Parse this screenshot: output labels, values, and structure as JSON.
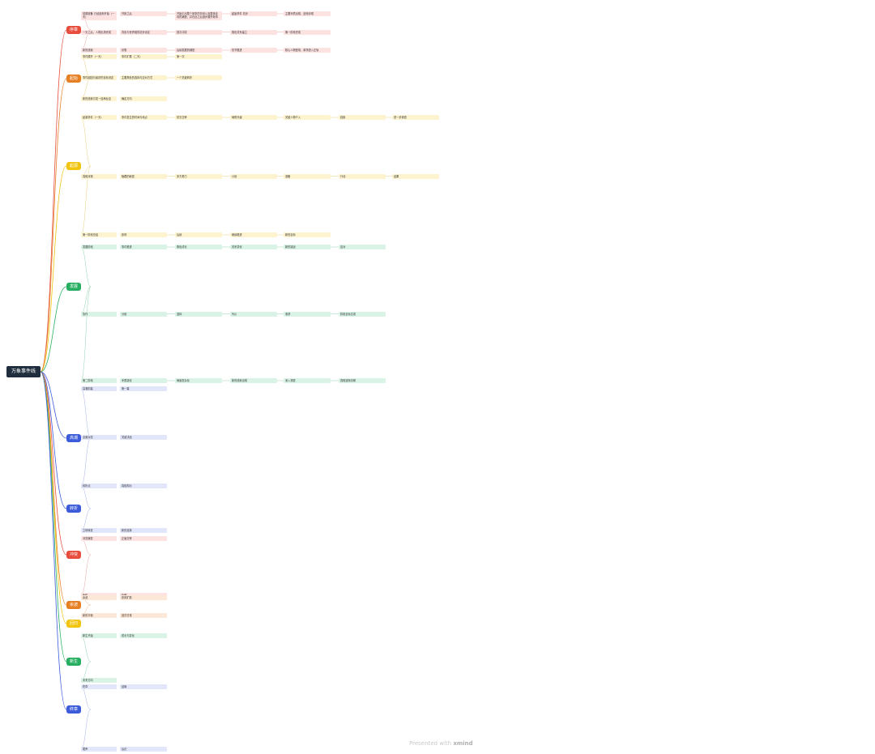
{
  "root": {
    "label": "万象事件线"
  },
  "branches": [
    {
      "label": "序章",
      "color": "#e74c3c"
    },
    {
      "label": "起始",
      "color": "#e67e22"
    },
    {
      "label": "起源",
      "color": "#f1c40f"
    },
    {
      "label": "发展",
      "color": "#27ae60"
    },
    {
      "label": "高潮",
      "color": "#3b5bdb"
    },
    {
      "label": "转折",
      "color": "#3b5bdb"
    },
    {
      "label": "冲突",
      "color": "#e74c3c"
    },
    {
      "label": "余波",
      "color": "#e67e22"
    },
    {
      "label": "回归",
      "color": "#f1c40f"
    },
    {
      "label": "新生",
      "color": "#27ae60"
    },
    {
      "label": "终章",
      "color": "#3b5bdb"
    }
  ],
  "nodes": [
    {
      "t": "前期准备 已经逐渐开始（一天）",
      "c": "red"
    },
    {
      "t": "开篇之后",
      "c": "red"
    },
    {
      "t": "开始引出整个故事的背景以及整体走向的铺垫，并在此之后逐步展开故事",
      "c": "red"
    },
    {
      "t": "起始事件 初步",
      "c": "red"
    },
    {
      "t": "主要矛盾出现，逐渐浮现",
      "c": "red"
    },
    {
      "t": "一天之后，人物出场完成",
      "c": "red"
    },
    {
      "t": "背景与世界观的初步设定",
      "c": "red"
    },
    {
      "t": "首次冲突",
      "c": "red"
    },
    {
      "t": "角色关系建立",
      "c": "red"
    },
    {
      "t": "第一阶段完成",
      "c": "red"
    },
    {
      "t": "新的线索",
      "c": "red"
    },
    {
      "t": "伏笔",
      "c": "red"
    },
    {
      "t": "后续发展的铺垫",
      "c": "red"
    },
    {
      "t": "情节推进",
      "c": "red"
    },
    {
      "t": "核心人物登场，故事进入正轨",
      "c": "red"
    },
    {
      "t": "事件展开（一天）",
      "c": "yellow"
    },
    {
      "t": "事件扩展（二天）",
      "c": "yellow"
    },
    {
      "t": "第一次",
      "c": "yellow"
    },
    {
      "t": "事件起因与最初的目标设定",
      "c": "yellow"
    },
    {
      "t": "主要角色的选择与应对方式",
      "c": "yellow"
    },
    {
      "t": "一个关键转折",
      "c": "yellow"
    },
    {
      "t": "新的线索引发一连串反应",
      "c": "yellow"
    },
    {
      "t": "确定方向",
      "c": "yellow"
    },
    {
      "t": "起源事件（一天）",
      "c": "yellow"
    },
    {
      "t": "事件发生的时间与地点",
      "c": "yellow"
    },
    {
      "t": "初次交锋",
      "c": "yellow"
    },
    {
      "t": "局势升级",
      "c": "yellow"
    },
    {
      "t": "关键人物介入",
      "c": "yellow"
    },
    {
      "t": "线索",
      "c": "yellow"
    },
    {
      "t": "进一步调查",
      "c": "yellow"
    },
    {
      "t": "真相浮现",
      "c": "yellow"
    },
    {
      "t": "隐藏的秘密",
      "c": "yellow"
    },
    {
      "t": "多方势力",
      "c": "yellow"
    },
    {
      "t": "计划",
      "c": "yellow"
    },
    {
      "t": "准备",
      "c": "yellow"
    },
    {
      "t": "行动",
      "c": "yellow"
    },
    {
      "t": "结果",
      "c": "yellow"
    },
    {
      "t": "第一阶段总结",
      "c": "yellow"
    },
    {
      "t": "影响",
      "c": "yellow"
    },
    {
      "t": "后续",
      "c": "yellow"
    },
    {
      "t": "继续推进",
      "c": "yellow"
    },
    {
      "t": "新的目标",
      "c": "yellow"
    },
    {
      "t": "发展阶段",
      "c": "green"
    },
    {
      "t": "事件推进",
      "c": "green"
    },
    {
      "t": "角色成长",
      "c": "green"
    },
    {
      "t": "关系变化",
      "c": "green"
    },
    {
      "t": "新的挑战",
      "c": "green"
    },
    {
      "t": "应对",
      "c": "green"
    },
    {
      "t": "协作",
      "c": "green"
    },
    {
      "t": "分歧",
      "c": "green"
    },
    {
      "t": "选择",
      "c": "green"
    },
    {
      "t": "代价",
      "c": "green"
    },
    {
      "t": "收获",
      "c": "green"
    },
    {
      "t": "阶段目标达成",
      "c": "green"
    },
    {
      "t": "第二阶段",
      "c": "green"
    },
    {
      "t": "矛盾激化",
      "c": "green"
    },
    {
      "t": "局面复杂化",
      "c": "green"
    },
    {
      "t": "新的线索出现",
      "c": "green"
    },
    {
      "t": "深入调查",
      "c": "green"
    },
    {
      "t": "真相逐渐清晰",
      "c": "green"
    },
    {
      "t": "高潮前奏",
      "c": "blue"
    },
    {
      "t": "第一幕",
      "c": "blue"
    },
    {
      "t": "全面对抗",
      "c": "blue"
    },
    {
      "t": "关键决战",
      "c": "blue"
    },
    {
      "t": "胜负",
      "c": "blue"
    },
    {
      "t": "转折点",
      "c": "blue"
    },
    {
      "t": "真相揭示",
      "c": "blue"
    },
    {
      "t": "立场转变",
      "c": "blue"
    },
    {
      "t": "新的选择",
      "c": "blue"
    },
    {
      "t": "冲突爆发",
      "c": "red"
    },
    {
      "t": "正面交锋",
      "c": "red"
    },
    {
      "t": "危机",
      "c": "red"
    },
    {
      "t": "化解",
      "c": "red"
    },
    {
      "t": "余波",
      "c": "orange"
    },
    {
      "t": "影响扩散",
      "c": "orange"
    },
    {
      "t": "新的平衡",
      "c": "orange"
    },
    {
      "t": "回归日常",
      "c": "orange"
    },
    {
      "t": "新生开始",
      "c": "green"
    },
    {
      "t": "成长与变化",
      "c": "green"
    },
    {
      "t": "未来方向",
      "c": "green"
    },
    {
      "t": "终章",
      "c": "blue"
    },
    {
      "t": "结局",
      "c": "blue"
    },
    {
      "t": "尾声",
      "c": "blue"
    },
    {
      "t": "后记",
      "c": "blue"
    }
  ],
  "watermark": {
    "prefix": "Presented with ",
    "brand": "xmind"
  }
}
